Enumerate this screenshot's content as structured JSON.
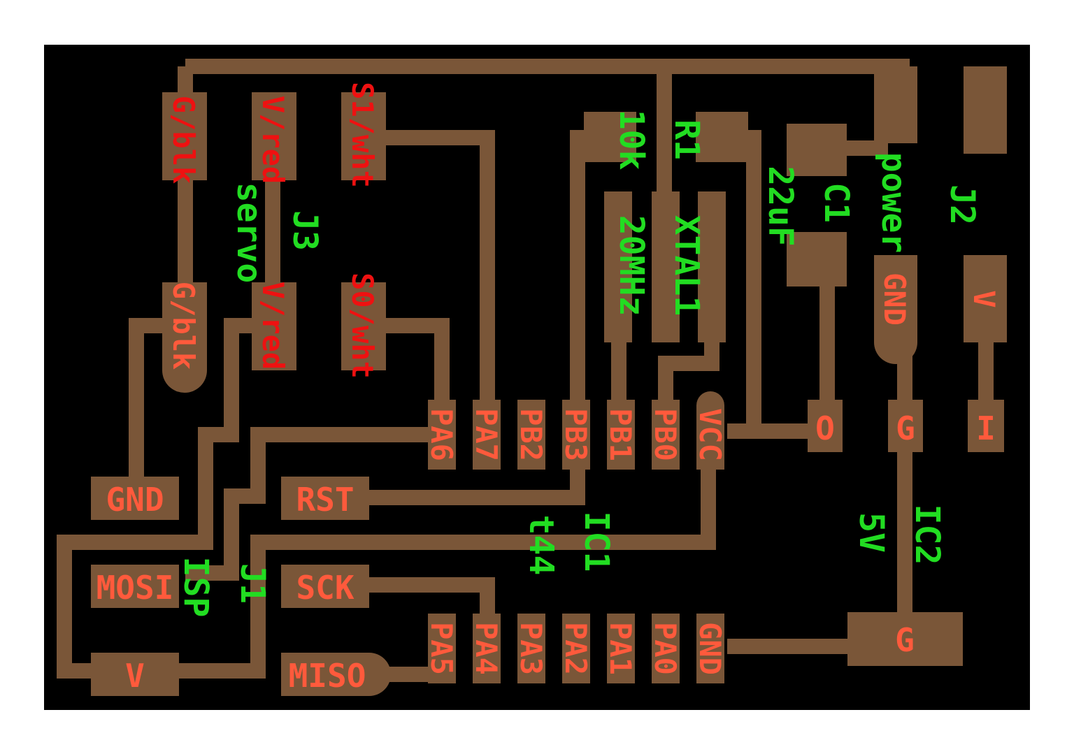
{
  "colors": {
    "board": "#000000",
    "copper": "#7a5638",
    "pad_label": "#ff5a3c",
    "silkscreen": "#22dd22",
    "silkscreen_red": "#ee1111"
  },
  "ic1": {
    "ref": "IC1",
    "value": "t44",
    "top_pins": [
      "PA6",
      "PA7",
      "PB2",
      "PB3",
      "PB1",
      "PB0",
      "VCC"
    ],
    "bottom_pins": [
      "PA5",
      "PA4",
      "PA3",
      "PA2",
      "PA1",
      "PA0",
      "GND"
    ]
  },
  "isp": {
    "ref": "J1",
    "value": "ISP",
    "pads": [
      "GND",
      "RST",
      "MOSI",
      "SCK",
      "V",
      "MISO"
    ]
  },
  "servo": {
    "ref": "J3",
    "value": "servo",
    "pads_top": [
      "G/blk",
      "V/red",
      "S1/wht"
    ],
    "pads_bottom": [
      "G/blk",
      "V/red",
      "S0/wht"
    ]
  },
  "resistor": {
    "ref": "R1",
    "value": "10k"
  },
  "crystal": {
    "ref": "XTAL1",
    "value": "20MHz"
  },
  "capacitor": {
    "ref": "C1",
    "value": "22uF"
  },
  "regulator": {
    "ref": "IC2",
    "value": "5V",
    "pads": [
      "O",
      "G",
      "I",
      "G"
    ]
  },
  "power": {
    "ref": "J2",
    "value": "power",
    "pads": [
      "GND",
      "V"
    ]
  }
}
